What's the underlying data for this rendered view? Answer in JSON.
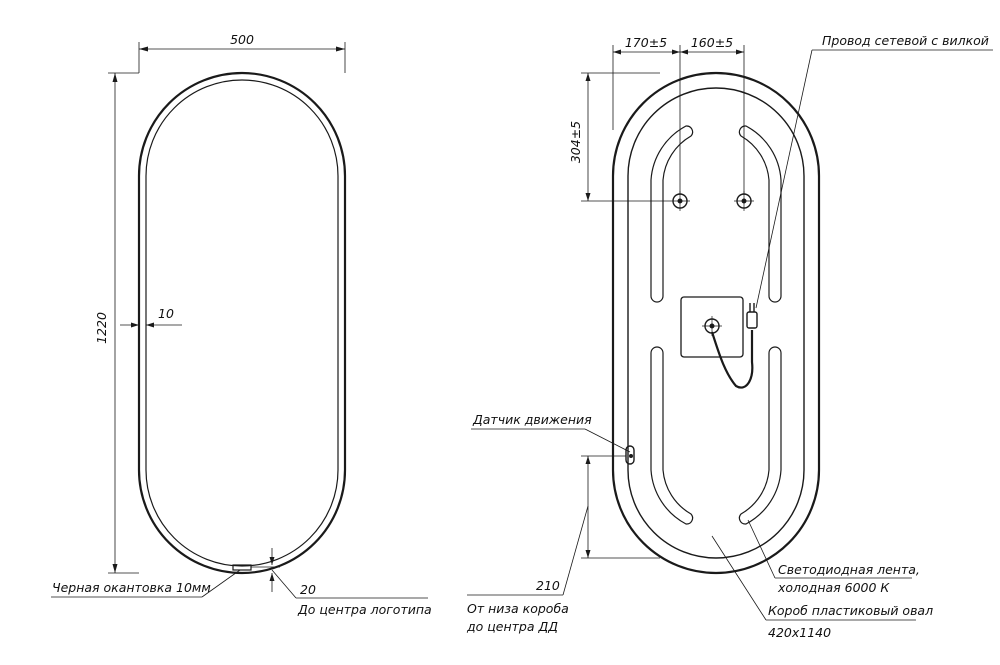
{
  "front_view": {
    "width_label": "500",
    "height_label": "1220",
    "border_thickness_label": "10",
    "logo_offset_label": "20",
    "border_note": "Черная окантовка 10мм",
    "logo_note": "До центра логотипа"
  },
  "back_view": {
    "offset_left_label": "170±5",
    "offset_right_label": "160±5",
    "mount_height_label": "304±5",
    "sensor_height_label": "210",
    "power_cord_note": "Провод сетевой с вилкой",
    "motion_sensor_note": "Датчик движения",
    "sensor_position_note_line1": "От низа короба",
    "sensor_position_note_line2": "до центра ДД",
    "led_note_line1": "Светодиодная лента,",
    "led_note_line2": "холодная 6000 К",
    "box_note": "Короб пластиковый овал",
    "box_size_note": "420x1140"
  }
}
